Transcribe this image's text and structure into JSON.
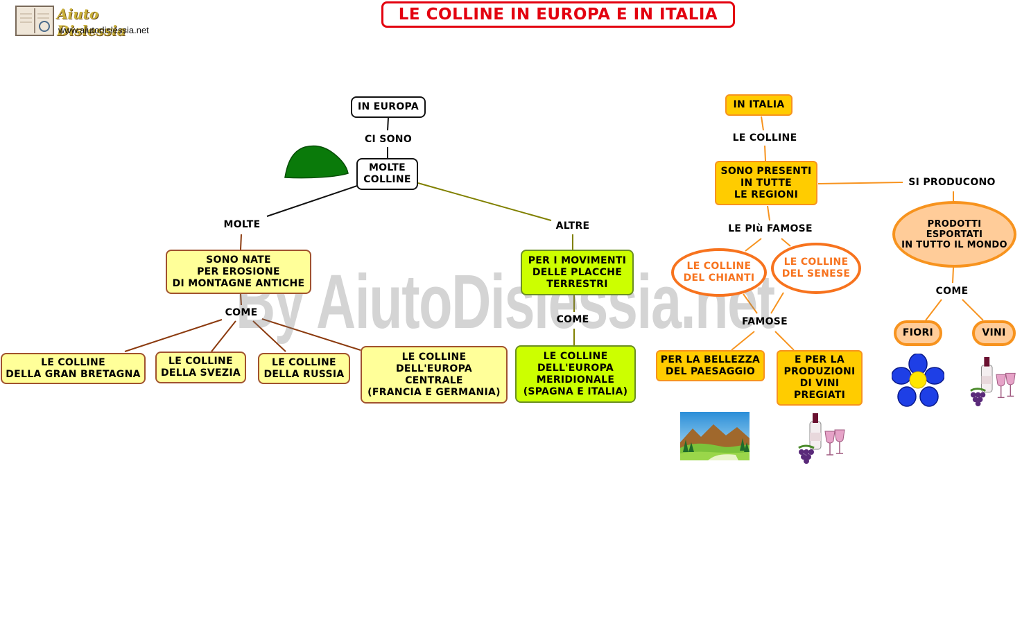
{
  "header": {
    "title": "LE COLLINE IN EUROPA E IN ITALIA",
    "logo_name": "Aiuto Dislessia",
    "logo_url": "www.aiutodislessia.net"
  },
  "watermark": "By AiutoDislessia.net",
  "europa": {
    "root": "IN EUROPA",
    "ci_sono": "CI SONO",
    "molte_colline": "MOLTE\nCOLLINE",
    "molte": "MOLTE",
    "altre": "ALTRE",
    "erosione": "SONO NATE\nPER EROSIONE\nDI MONTAGNE ANTICHE",
    "come_left": "COME",
    "movimenti": "PER I MOVIMENTI\nDELLE PLACCHE\nTERRESTRI",
    "come_right": "COME",
    "gran_bretagna": "LE COLLINE\nDELLA GRAN BRETAGNA",
    "svezia": "LE COLLINE\nDELLA SVEZIA",
    "russia": "LE COLLINE\nDELLA RUSSIA",
    "europa_centrale": "LE COLLINE\nDELL'EUROPA\nCENTRALE\n(FRANCIA E GERMANIA)",
    "europa_meridionale": "LE COLLINE\nDELL'EUROPA\nMERIDIONALE\n(SPAGNA E ITALIA)"
  },
  "italia": {
    "root": "IN ITALIA",
    "le_colline": "LE COLLINE",
    "presenti": "SONO PRESENTI\nIN TUTTE\nLE REGIONI",
    "si_producono": "SI PRODUCONO",
    "prodotti": "PRODOTTI\nESPORTATI\nIN TUTTO IL MONDO",
    "piu_famose": "LE PIù FAMOSE",
    "chianti": "LE COLLINE\nDEL CHIANTI",
    "senese": "LE COLLINE\nDEL SENESE",
    "famose": "FAMOSE",
    "bellezza": "PER LA BELLEZZA\nDEL PAESAGGIO",
    "produzioni": "E PER LA\nPRODUZIONI\nDI VINI\nPREGIATI",
    "come": "COME",
    "fiori": "FIORI",
    "vini": "VINI"
  },
  "colors": {
    "title_red": "#e3000f",
    "yellow_box": "#ffff99",
    "green_box": "#ccff00",
    "orange_box": "#ffcc00",
    "orange_border": "#f7931e",
    "peach": "#ffcc99",
    "hill_green": "#0a7a0a"
  },
  "icons": [
    "hill-icon",
    "landscape-icon",
    "wine-icon",
    "flower-icon",
    "wine-icon"
  ]
}
